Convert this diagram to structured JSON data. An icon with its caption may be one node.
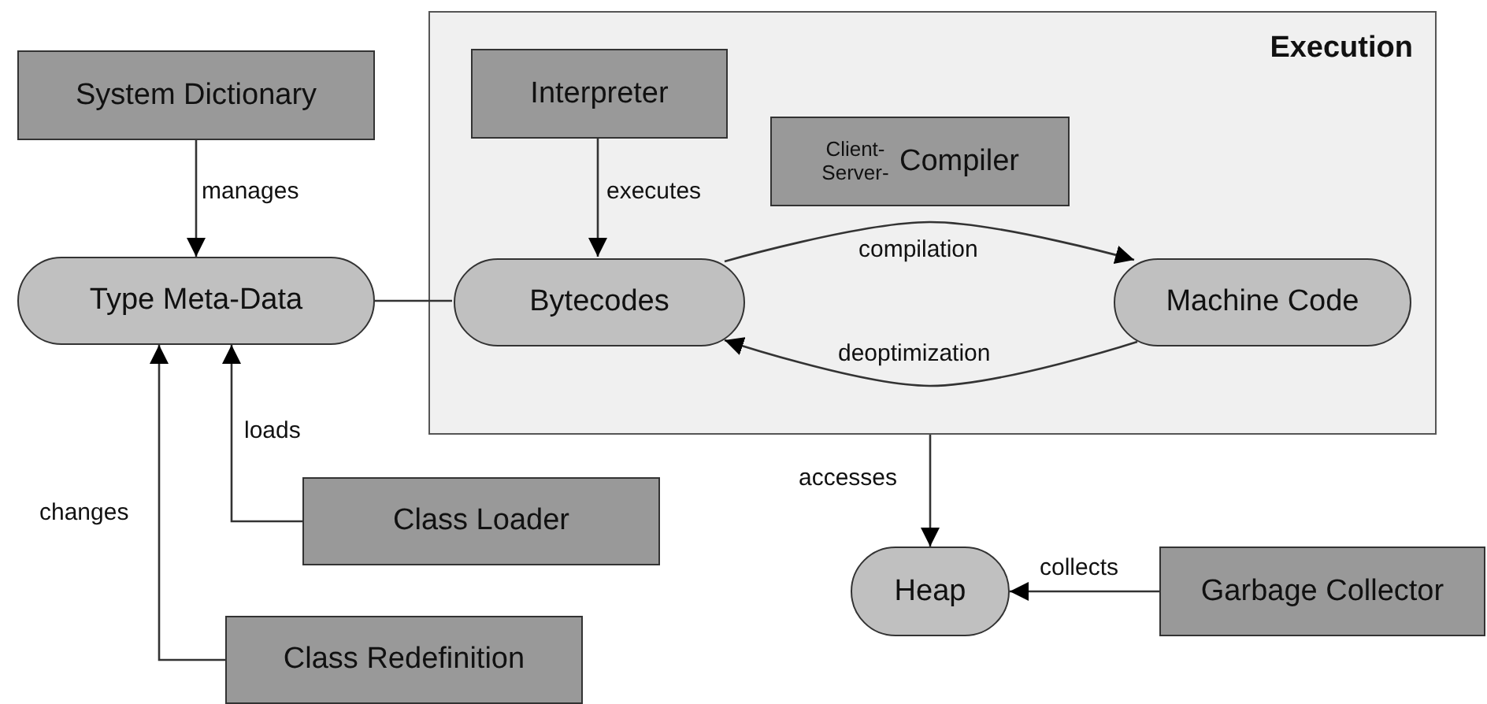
{
  "diagram": {
    "nodes": [
      {
        "text": [
          "System Dictionary"
        ]
      },
      {
        "text": [
          "Type Meta-Data"
        ]
      },
      {
        "text": [
          "Execution"
        ]
      },
      {
        "text": [
          "Interpreter"
        ],
        "in": 2
      },
      {
        "text": [
          "Client- Server-",
          "Compiler"
        ],
        "in": 2
      },
      {
        "text": [
          "Bytecodes"
        ],
        "in": 2
      },
      {
        "text": [
          "Machine Code"
        ],
        "in": 2
      },
      {
        "text": [
          "Class Loader"
        ]
      },
      {
        "text": [
          "Class Redefinition"
        ]
      },
      {
        "text": [
          "Heap"
        ]
      },
      {
        "text": [
          "Garbage Collector"
        ]
      }
    ],
    "edges": [
      {
        "from": 0,
        "to": 1,
        "arrow": "to",
        "label": "manages"
      },
      {
        "from": 1,
        "to": 5,
        "arrow": "none"
      },
      {
        "from": 3,
        "to": 5,
        "arrow": "to",
        "label": "executes"
      },
      {
        "from": 5,
        "to": 6,
        "arrow": "to",
        "label": "compilation"
      },
      {
        "from": 6,
        "to": 5,
        "arrow": "to",
        "label": "deoptimization"
      },
      {
        "from": 7,
        "to": 1,
        "arrow": "to",
        "label": "loads"
      },
      {
        "from": 8,
        "to": 1,
        "arrow": "to",
        "label": "changes"
      },
      {
        "from": 2,
        "to": 9,
        "arrow": "to",
        "label": "accesses"
      },
      {
        "from": 10,
        "to": 9,
        "arrow": "to",
        "label": "collects"
      }
    ]
  }
}
